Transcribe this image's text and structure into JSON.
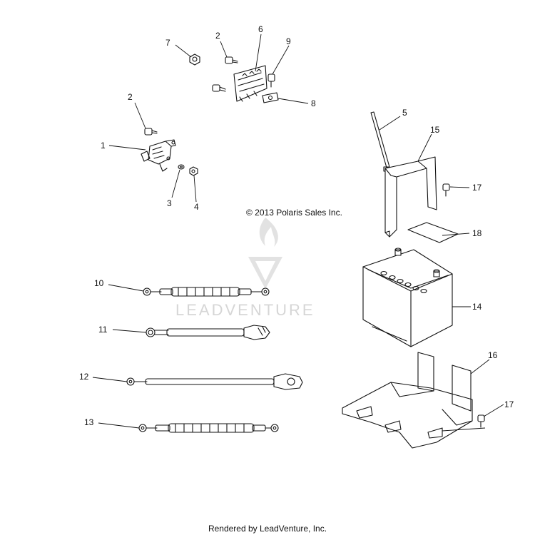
{
  "callouts": {
    "c1": "1",
    "c2a": "2",
    "c2b": "2",
    "c3": "3",
    "c4": "4",
    "c5": "5",
    "c6": "6",
    "c7": "7",
    "c8": "8",
    "c9": "9",
    "c10": "10",
    "c11": "11",
    "c12": "12",
    "c13": "13",
    "c14": "14",
    "c15": "15",
    "c16": "16",
    "c17a": "17",
    "c17b": "17",
    "c18": "18"
  },
  "copyright": "© 2013 Polaris Sales Inc.",
  "watermark": "LEADVENTURE",
  "footer": "Rendered by LeadVenture, Inc.",
  "colors": {
    "line": "#111111",
    "watermark": "#d6d6d6"
  }
}
